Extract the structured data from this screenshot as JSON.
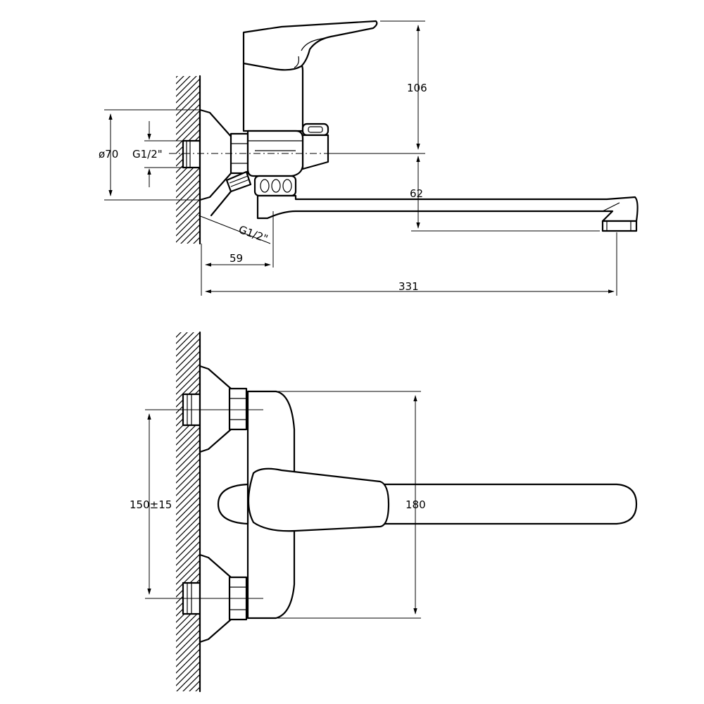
{
  "drawing": {
    "side_view": {
      "height_label": "106",
      "diameter_label": "ø70",
      "thread_wall_label": "G1/2\"",
      "thread_hose_label": "G1/2\"",
      "spout_height_label": "62",
      "depth_label": "59",
      "total_length_label": "331"
    },
    "top_view": {
      "inlet_spacing_label": "150±15",
      "body_length_label": "180"
    }
  }
}
